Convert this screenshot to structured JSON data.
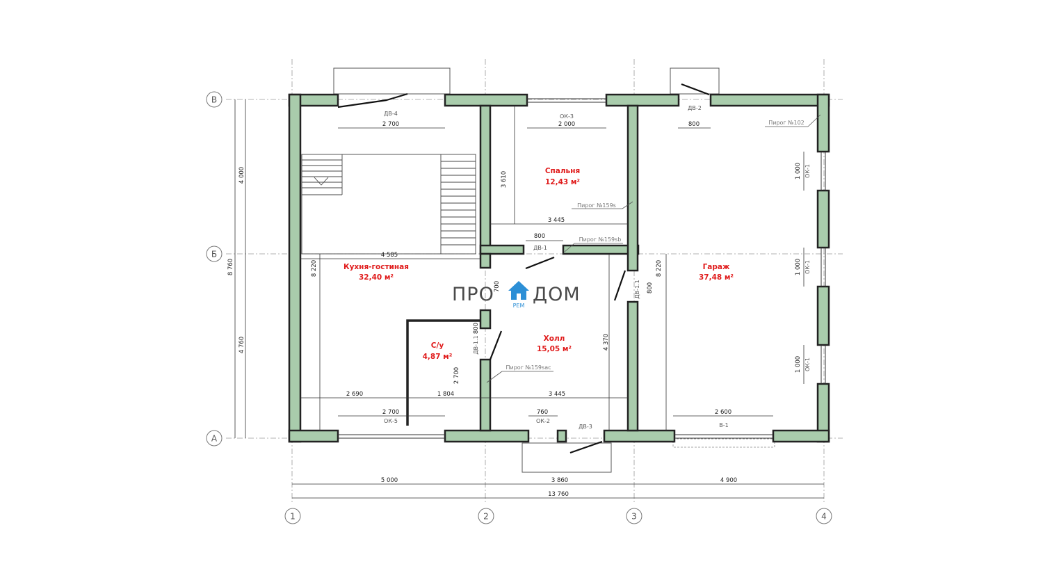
{
  "axes": {
    "cols": [
      "1",
      "2",
      "3",
      "4"
    ],
    "rows": [
      "В",
      "Б",
      "А"
    ]
  },
  "rooms": {
    "kitchen": {
      "name": "Кухня-гостиная",
      "area": "32,40 м²"
    },
    "bedroom": {
      "name": "Спальня",
      "area": "12,43 м²"
    },
    "garage": {
      "name": "Гараж",
      "area": "37,48 м²"
    },
    "wc": {
      "name": "С/у",
      "area": "4,87 м²"
    },
    "hall": {
      "name": "Холл",
      "area": "15,05 м²"
    }
  },
  "openings": {
    "dv4": "ДВ-4",
    "dv2": "ДВ-2",
    "dv1": "ДВ-1",
    "dv11a": "ДВ-1.1",
    "dv11b": "ДВ-1.1",
    "dv3": "ДВ-3",
    "ok3": "ОК-3",
    "ok5": "ОК-5",
    "ok2": "ОК-2",
    "ok1a": "ОК-1",
    "ok1b": "ОК-1",
    "ok1c": "ОК-1",
    "v1": "В-1"
  },
  "refs": {
    "r102": "Пирог №102",
    "r159s": "Пирог №159s",
    "r159sb": "Пирог №159sb",
    "r159sac": "Пирог №159sac"
  },
  "dims": {
    "d2700top": "2 700",
    "d2000": "2 000",
    "d800top": "800",
    "d3610": "3 610",
    "d3445a": "3 445",
    "d800b": "800",
    "d4585": "4 585",
    "d8220a": "8 220",
    "d8220b": "8 220",
    "d4000": "4 000",
    "d8760": "8 760",
    "d4760": "4 760",
    "d1000a": "1 000",
    "d1000b": "1 000",
    "d1000c": "1 000",
    "d700": "700",
    "d800c": "800",
    "d800d": "800",
    "d4370": "4 370",
    "d2700v": "2 700",
    "d2690": "2 690",
    "d1804": "1 804",
    "d3445b": "3 445",
    "d2700b": "2 700",
    "d760": "760",
    "d2600": "2 600",
    "d5000": "5 000",
    "d3860": "3 860",
    "d4900": "4 900",
    "d13760": "13 760"
  },
  "logo": {
    "left": "ПРО",
    "right": "ДОМ",
    "sub": "РЕМ"
  },
  "colors": {
    "wall_fill": "#a9ccac",
    "room_label": "#e01b1b",
    "logo_blue": "#2c8fd6"
  }
}
